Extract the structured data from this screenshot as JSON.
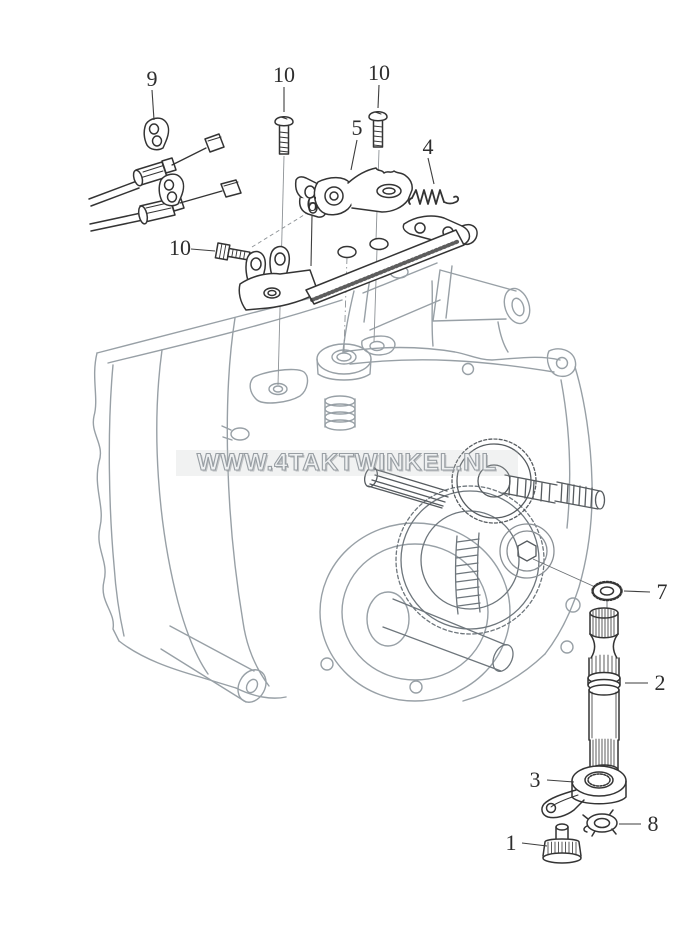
{
  "watermark": {
    "text": "WWW.4TAKTWINKEL.NL"
  },
  "callouts": [
    {
      "n": "9"
    },
    {
      "n": "10"
    },
    {
      "n": "10"
    },
    {
      "n": "5"
    },
    {
      "n": "4"
    },
    {
      "n": "6"
    },
    {
      "n": "10"
    },
    {
      "n": "7"
    },
    {
      "n": "2"
    },
    {
      "n": "3"
    },
    {
      "n": "8"
    },
    {
      "n": "1"
    }
  ],
  "colors": {
    "background": "#ffffff",
    "engine_line": "#98a0a6",
    "internal_line": "#6e767c",
    "part_line": "#343434",
    "leader_line": "#3e3e3e",
    "watermark_gray": "#989ea3"
  }
}
